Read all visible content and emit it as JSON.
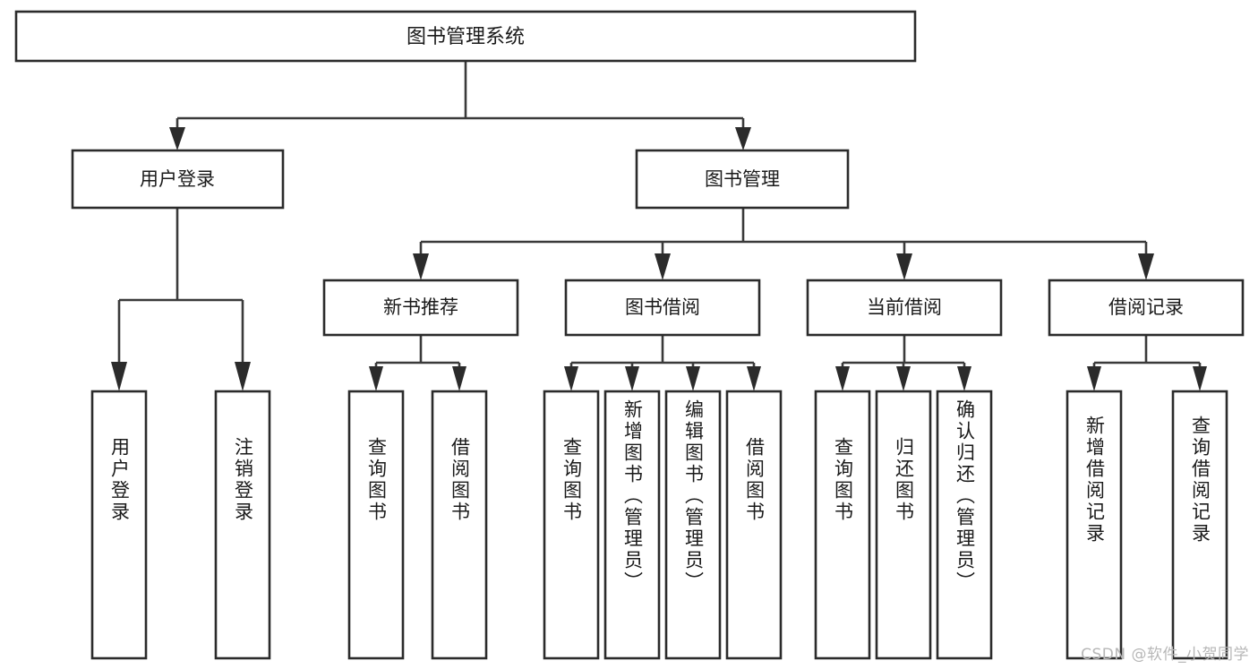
{
  "diagram": {
    "title": "图书管理系统",
    "watermark": "CSDN @软件_小贺同学",
    "type": "tree-hierarchy-diagram",
    "root": {
      "id": "root",
      "label": "图书管理系统",
      "children": [
        {
          "id": "user-login",
          "label": "用户登录",
          "children": [
            {
              "id": "user-login-login",
              "label": "用户登录"
            },
            {
              "id": "user-login-logout",
              "label": "注销登录"
            }
          ]
        },
        {
          "id": "book-manage",
          "label": "图书管理",
          "children": [
            {
              "id": "new-book-recommend",
              "label": "新书推荐",
              "children": [
                {
                  "id": "recommend-query-book",
                  "label": "查询图书"
                },
                {
                  "id": "recommend-borrow-book",
                  "label": "借阅图书"
                }
              ]
            },
            {
              "id": "book-borrow",
              "label": "图书借阅",
              "children": [
                {
                  "id": "borrow-query-book",
                  "label": "查询图书"
                },
                {
                  "id": "borrow-add-book",
                  "label": "新增图书（管理员）"
                },
                {
                  "id": "borrow-edit-book",
                  "label": "编辑图书（管理员）"
                },
                {
                  "id": "borrow-borrow-book",
                  "label": "借阅图书"
                }
              ]
            },
            {
              "id": "current-borrow",
              "label": "当前借阅",
              "children": [
                {
                  "id": "current-query-book",
                  "label": "查询图书"
                },
                {
                  "id": "current-return-book",
                  "label": "归还图书"
                },
                {
                  "id": "current-confirm-return",
                  "label": "确认归还（管理员）"
                }
              ]
            },
            {
              "id": "borrow-record",
              "label": "借阅记录",
              "children": [
                {
                  "id": "record-add",
                  "label": "新增借阅记录"
                },
                {
                  "id": "record-query",
                  "label": "查询借阅记录"
                }
              ]
            }
          ]
        }
      ]
    },
    "nodes": {
      "root": {
        "label": "图书管理系统"
      },
      "user_login": {
        "label": "用户登录"
      },
      "book_manage": {
        "label": "图书管理"
      },
      "new_book_recommend": {
        "label": "新书推荐"
      },
      "book_borrow": {
        "label": "图书借阅"
      },
      "current_borrow": {
        "label": "当前借阅"
      },
      "borrow_record": {
        "label": "借阅记录"
      },
      "leaf_user_login": {
        "label": "用户登录"
      },
      "leaf_user_logout": {
        "label": "注销登录"
      },
      "leaf_recommend_query": {
        "label": "查询图书"
      },
      "leaf_recommend_borrow": {
        "label": "借阅图书"
      },
      "leaf_borrow_query": {
        "label": "查询图书"
      },
      "leaf_borrow_add": {
        "label": "新增图书（管理员）"
      },
      "leaf_borrow_edit": {
        "label": "编辑图书（管理员）"
      },
      "leaf_borrow_borrow": {
        "label": "借阅图书"
      },
      "leaf_current_query": {
        "label": "查询图书"
      },
      "leaf_current_return": {
        "label": "归还图书"
      },
      "leaf_current_confirm": {
        "label": "确认归还（管理员）"
      },
      "leaf_record_add": {
        "label": "新增借阅记录"
      },
      "leaf_record_query": {
        "label": "查询借阅记录"
      }
    },
    "colors": {
      "box_stroke": "#2b2b2b",
      "connector": "#3a3a3a",
      "background": "#ffffff",
      "text": "#1a1a1a",
      "watermark": "#b7b7b7"
    }
  }
}
